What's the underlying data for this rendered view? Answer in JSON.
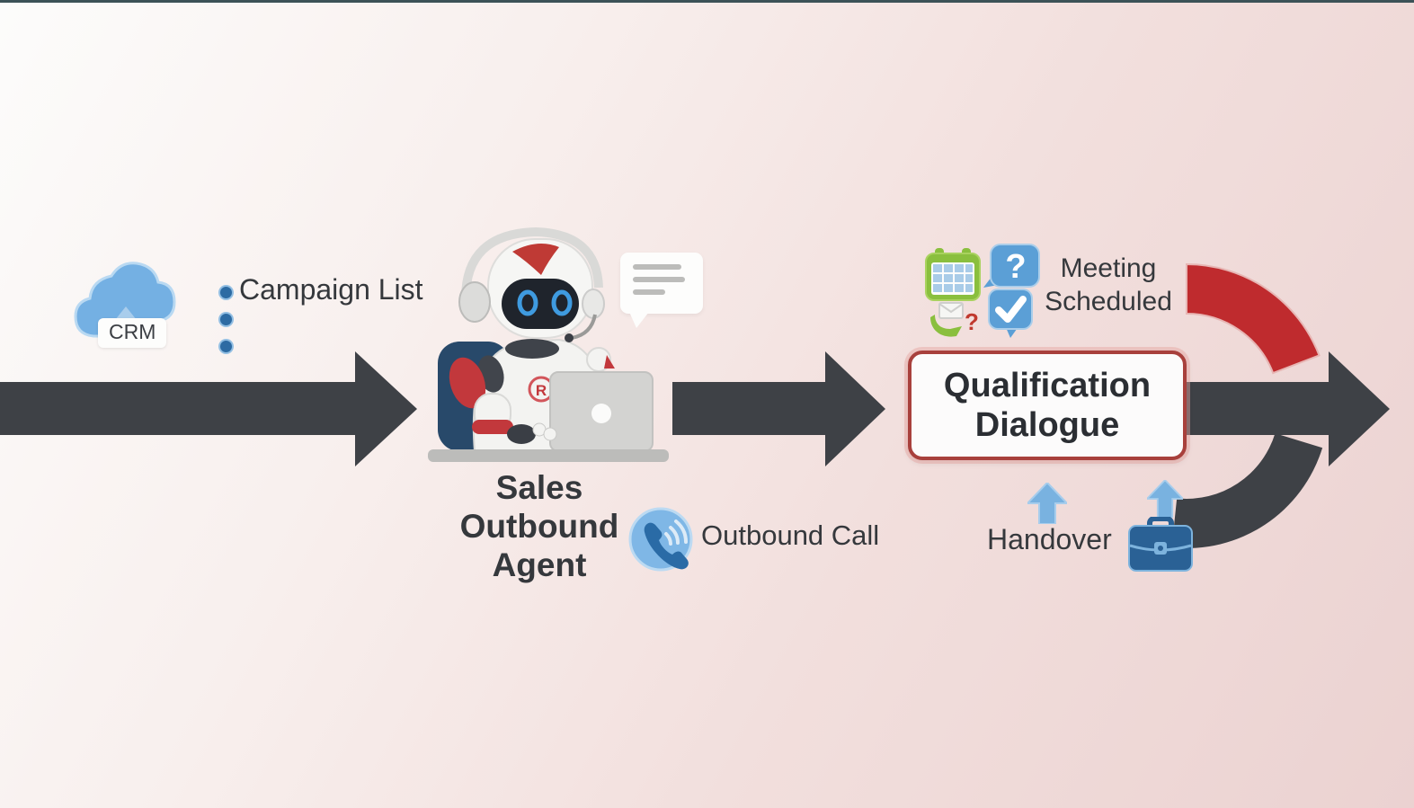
{
  "flow": {
    "crm": {
      "label": "CRM",
      "icon": "cloud-upload-icon"
    },
    "campaign": {
      "label": "Campaign List",
      "bullet_count": 3
    },
    "agent": {
      "label": "Sales\nOutbound\nAgent",
      "logo_glyph": "R",
      "icon": "robot-agent-icon"
    },
    "call": {
      "label": "Outbound Call",
      "icon": "phone-call-icon"
    },
    "qualification": {
      "label": "Qualification\nDialogue"
    },
    "meeting": {
      "label": "Meeting\nScheduled",
      "question_glyph": "?",
      "mini_question_glyph": "?",
      "icons": [
        "calendar-icon",
        "question-bubble-icon",
        "check-bubble-icon",
        "mail-hand-icon"
      ]
    },
    "handover": {
      "label": "Handover",
      "icons": [
        "up-arrow-icon",
        "briefcase-icon"
      ]
    }
  },
  "colors": {
    "arrow_dark": "#3e4146",
    "arc_red": "#bf2b2e",
    "box_border_red": "#a8403c",
    "icon_blue": "#74b0e3",
    "icon_blue_dark": "#2a6ba6",
    "briefcase_blue": "#2a6195",
    "bubble_blue": "#5b9fd6",
    "calendar_green": "#8abf3e",
    "text_dark": "#35383c",
    "background_pink": "#ebd2d1",
    "top_line": "#3c5257"
  }
}
